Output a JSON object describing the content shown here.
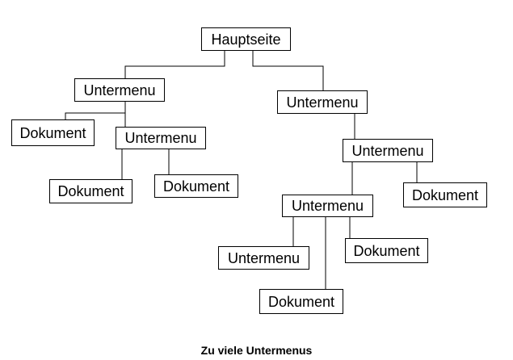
{
  "diagram": {
    "caption": "Zu viele Untermenus",
    "nodes": [
      {
        "id": "root",
        "label": "Hauptseite"
      },
      {
        "id": "menu-left",
        "label": "Untermenu"
      },
      {
        "id": "menu-right",
        "label": "Untermenu"
      },
      {
        "id": "doc-left-1",
        "label": "Dokument"
      },
      {
        "id": "menu-left-2",
        "label": "Untermenu"
      },
      {
        "id": "doc-left-2a",
        "label": "Dokument"
      },
      {
        "id": "doc-left-2b",
        "label": "Dokument"
      },
      {
        "id": "menu-right-2",
        "label": "Untermenu"
      },
      {
        "id": "menu-right-3",
        "label": "Untermenu"
      },
      {
        "id": "doc-right-2",
        "label": "Dokument"
      },
      {
        "id": "menu-right-4",
        "label": "Untermenu"
      },
      {
        "id": "doc-right-3a",
        "label": "Dokument"
      },
      {
        "id": "doc-right-3b",
        "label": "Dokument"
      }
    ],
    "edges": [
      [
        "root",
        "menu-left"
      ],
      [
        "root",
        "menu-right"
      ],
      [
        "menu-left",
        "doc-left-1"
      ],
      [
        "menu-left",
        "menu-left-2"
      ],
      [
        "menu-left-2",
        "doc-left-2a"
      ],
      [
        "menu-left-2",
        "doc-left-2b"
      ],
      [
        "menu-right",
        "menu-right-2"
      ],
      [
        "menu-right-2",
        "menu-right-3"
      ],
      [
        "menu-right-2",
        "doc-right-2"
      ],
      [
        "menu-right-3",
        "menu-right-4"
      ],
      [
        "menu-right-3",
        "doc-right-3a"
      ],
      [
        "menu-right-3",
        "doc-right-3b"
      ]
    ]
  }
}
